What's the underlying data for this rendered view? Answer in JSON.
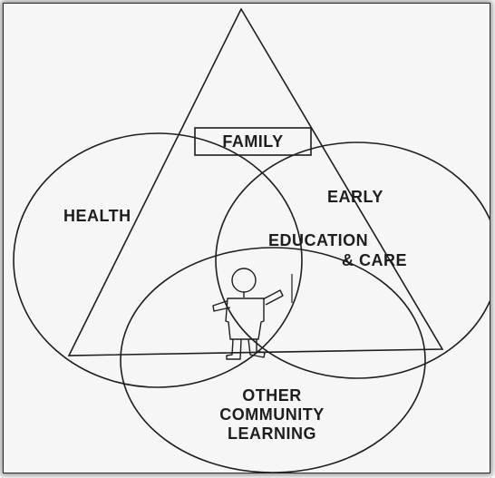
{
  "diagram": {
    "triangle_label": "FAMILY",
    "circles": {
      "health": "HEALTH",
      "early_line1": "EARLY",
      "early_line2": "EDUCATION",
      "early_line3": "& CARE",
      "community_line1": "OTHER",
      "community_line2": "COMMUNITY",
      "community_line3": "LEARNING"
    }
  },
  "colors": {
    "line": "#1e1e1e",
    "paper": "#f6f6f6"
  },
  "icons": [
    "child-figure-icon"
  ]
}
